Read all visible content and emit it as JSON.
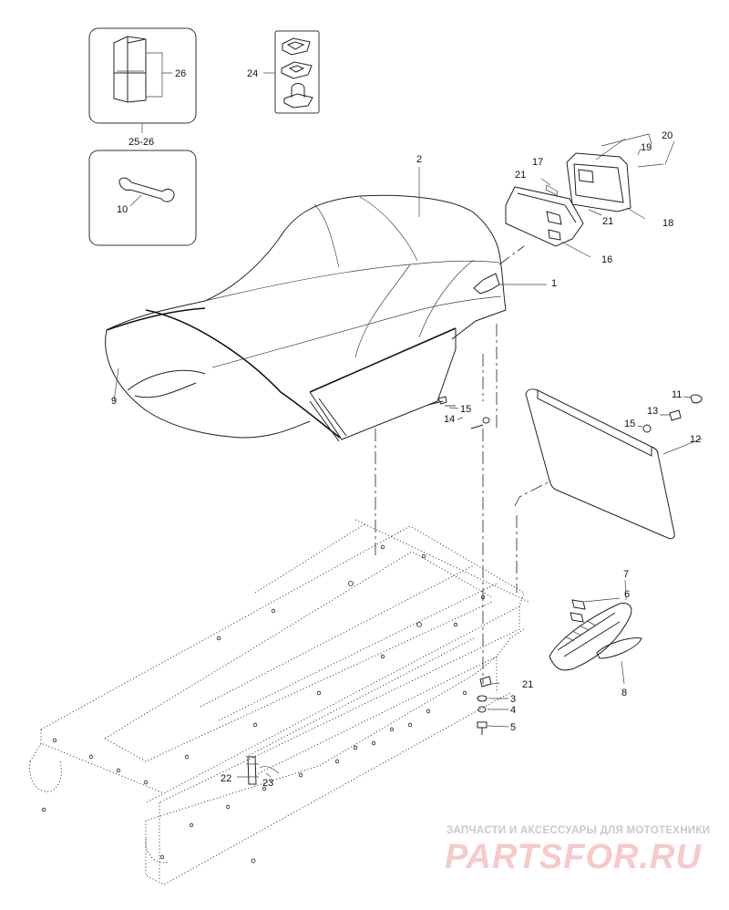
{
  "diagram": {
    "callouts": {
      "c1": "1",
      "c2": "2",
      "c3": "3",
      "c4": "4",
      "c5": "5",
      "c6": "6",
      "c7": "7",
      "c8": "8",
      "c9": "9",
      "c10": "10",
      "c11": "11",
      "c12": "12",
      "c13": "13",
      "c14": "14",
      "c15a": "15",
      "c15b": "15",
      "c16": "16",
      "c17": "17",
      "c18": "18",
      "c19": "19",
      "c20": "20",
      "c21a": "21",
      "c21b": "21",
      "c21c": "21",
      "c22": "22",
      "c23": "23",
      "c24": "24",
      "c25_26": "25-26",
      "c26": "26"
    }
  },
  "watermark": {
    "tagline": "ЗАПЧАСТИ И АКСЕССУАРЫ ДЛЯ МОТОТЕХНИКИ",
    "brand": "PARTSFOR.RU"
  },
  "colors": {
    "line": "#222222",
    "watermark_red": "#f7c9c9",
    "watermark_grey": "#c9c9c9"
  }
}
